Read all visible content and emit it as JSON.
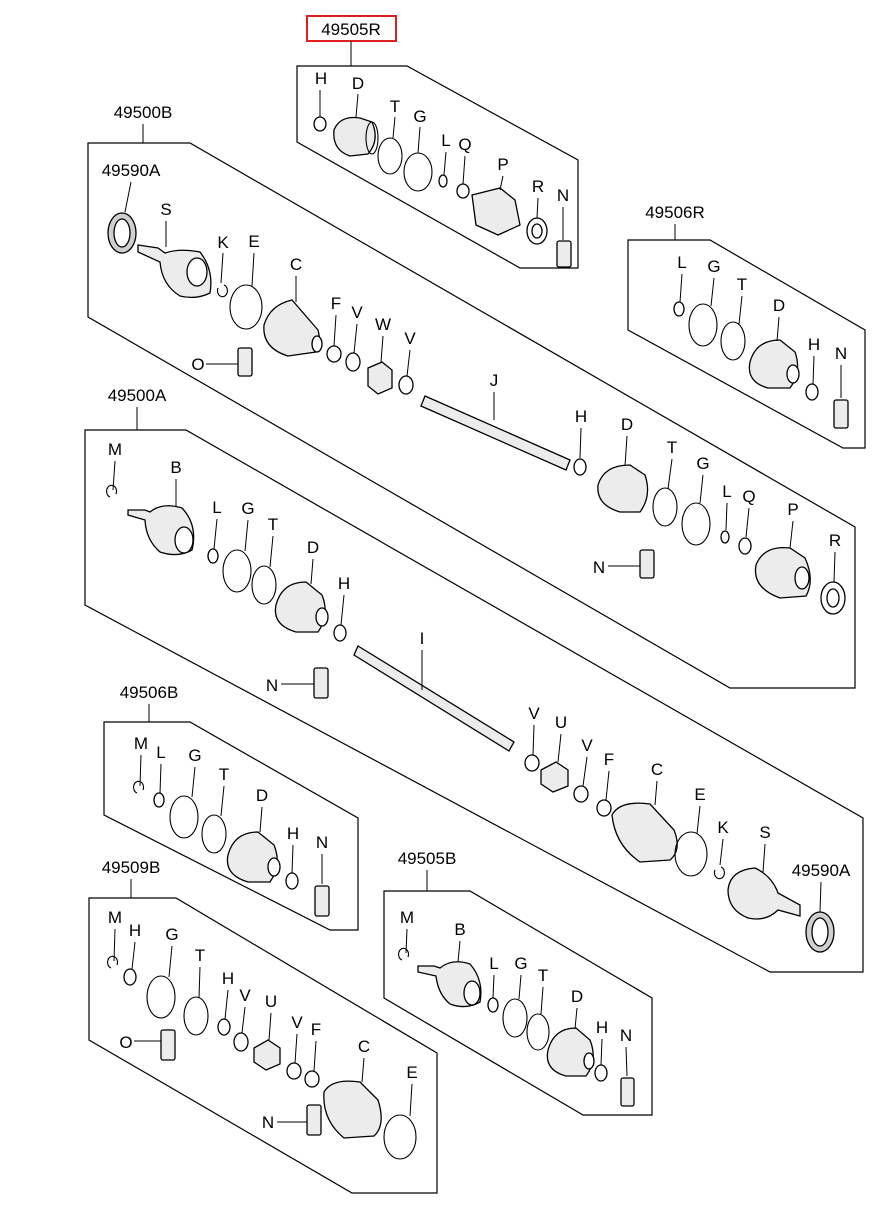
{
  "groups": {
    "g49505R": "49505R",
    "g49500B": "49500B",
    "g49590A_top": "49590A",
    "g49506R": "49506R",
    "g49500A": "49500A",
    "g49506B": "49506B",
    "g49590A_bottom": "49590A",
    "g49509B": "49509B",
    "g49505B": "49505B"
  },
  "letters": {
    "B": "B",
    "C": "C",
    "D": "D",
    "E": "E",
    "F": "F",
    "G": "G",
    "H": "H",
    "I": "I",
    "J": "J",
    "K": "K",
    "L": "L",
    "M": "M",
    "N": "N",
    "O": "O",
    "P": "P",
    "Q": "Q",
    "R": "R",
    "S": "S",
    "T": "T",
    "U": "U",
    "V": "V",
    "W": "W"
  },
  "highlight_color": "#e02020"
}
